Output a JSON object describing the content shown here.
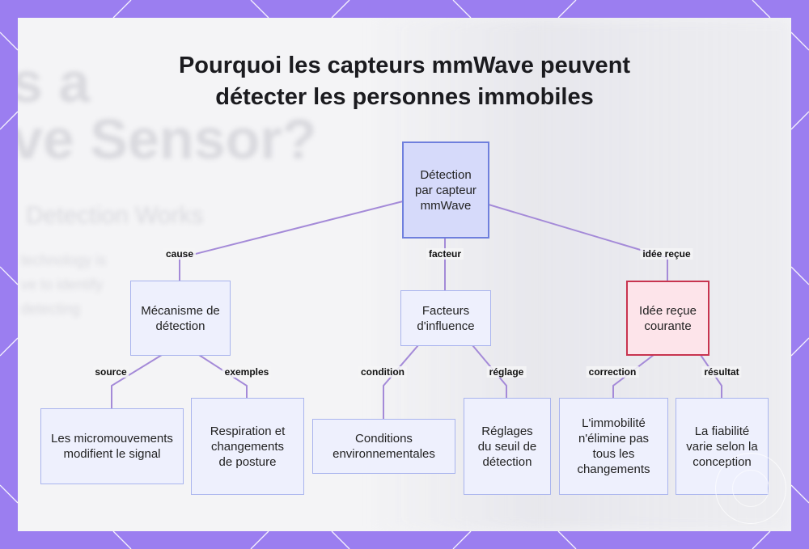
{
  "title": {
    "line1": "Pourquoi les capteurs mmWave peuvent",
    "line2": "détecter les personnes immobiles"
  },
  "nodes": {
    "root": "Détection par capteur mmWave",
    "mechanism": "Mécanisme de détection",
    "factors": "Facteurs d'influence",
    "misconception": "Idée reçue courante",
    "micromovements": "Les micromouvements modifient le signal",
    "breathing": "Respiration et changements de posture",
    "environment": "Conditions environnementales",
    "threshold": "Réglages du seuil de détection",
    "stillness": "L'immobilité n'élimine pas tous les changements",
    "reliability": "La fiabilité varie selon la conception"
  },
  "edge_labels": {
    "cause": "cause",
    "facteur": "facteur",
    "idee_recue": "idée reçue",
    "source": "source",
    "exemples": "exemples",
    "condition": "condition",
    "reglage": "réglage",
    "correction": "correction",
    "resultat": "résultat"
  },
  "colors": {
    "frame": "#9b7ef0",
    "node_fill": "#eef0fd",
    "node_border": "#a9b4ee",
    "root_fill": "#d6dafa",
    "root_border": "#6f7fdd",
    "misconception_fill": "#fde4ea",
    "misconception_border": "#c8344f",
    "edge": "#a48ad8"
  }
}
